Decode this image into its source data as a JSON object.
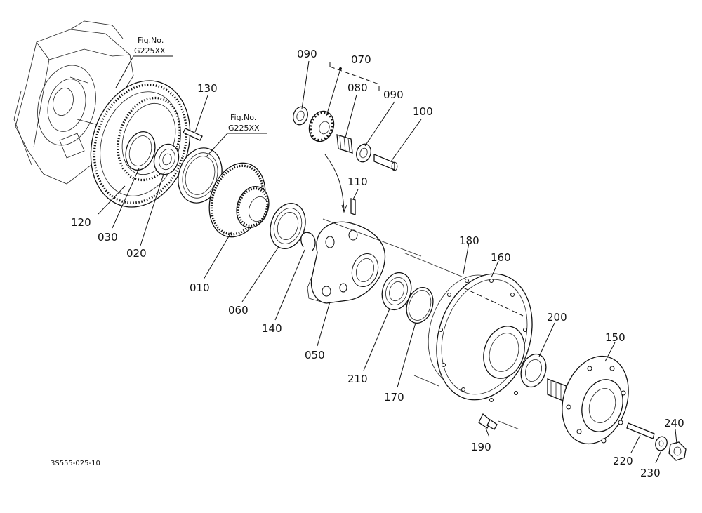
{
  "figure_refs": [
    {
      "line1": "Fig.No.",
      "line2": "G225XX"
    },
    {
      "line1": "Fig.No.",
      "line2": "G225XX"
    }
  ],
  "callouts": {
    "p010": "010",
    "p020": "020",
    "p030": "030",
    "p050": "050",
    "p060": "060",
    "p070": "070",
    "p080": "080",
    "p090a": "090",
    "p090b": "090",
    "p100": "100",
    "p110": "110",
    "p120": "120",
    "p130": "130",
    "p140": "140",
    "p150": "150",
    "p160": "160",
    "p170": "170",
    "p180": "180",
    "p190": "190",
    "p200": "200",
    "p210": "210",
    "p220": "220",
    "p230": "230",
    "p240": "240"
  },
  "drawing_code": "3S555-025-10"
}
